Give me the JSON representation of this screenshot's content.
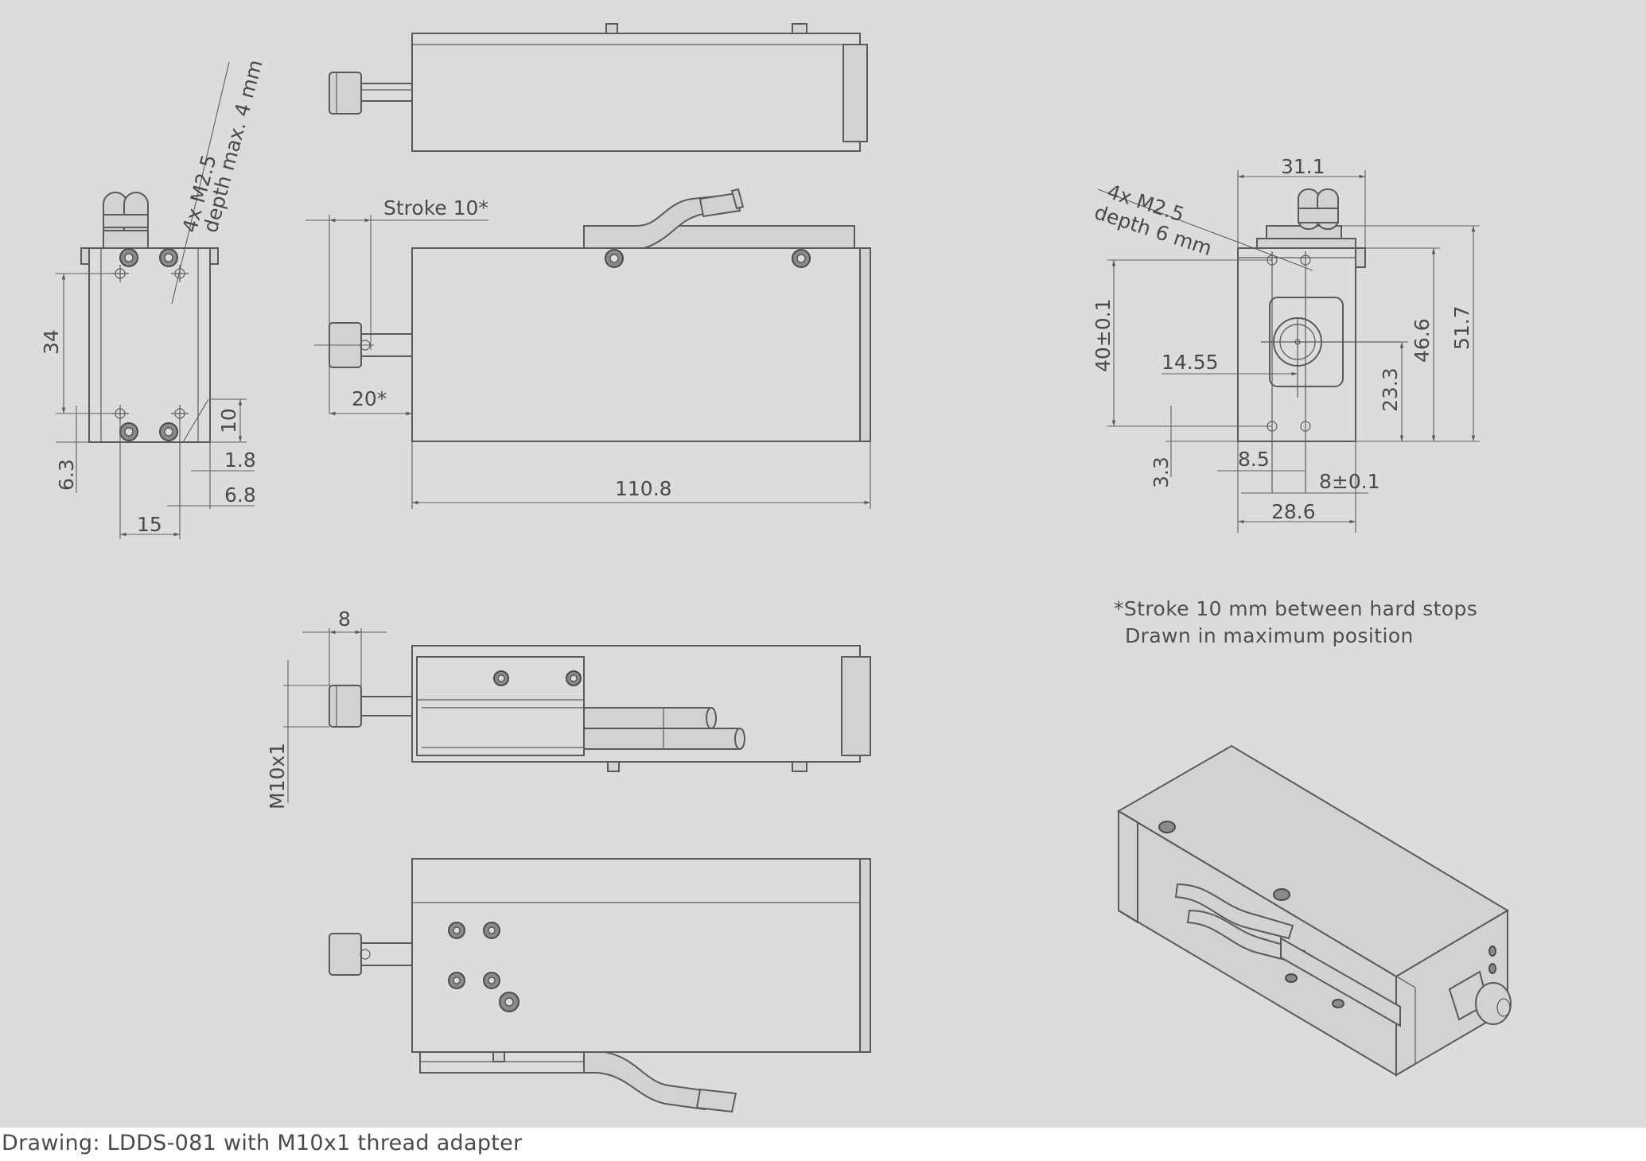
{
  "caption": "Drawing: LDDS-081 with M10x1 thread adapter",
  "notes": {
    "line1": "*Stroke 10 mm between hard stops",
    "line2": "Drawn in maximum position"
  },
  "left_view": {
    "hole_callout_1": "4x M2.5",
    "hole_callout_2": "depth max. 4 mm",
    "dim_34": "34",
    "dim_10": "10",
    "dim_1_8": "1.8",
    "dim_6_3": "6.3",
    "dim_6_8": "6.8",
    "dim_15": "15"
  },
  "side_view": {
    "stroke_label": "Stroke 10*",
    "dim_20": "20*",
    "dim_length": "110.8"
  },
  "bottom_view": {
    "dim_8": "8",
    "thread_label": "M10x1"
  },
  "end_view": {
    "dim_31_1": "31.1",
    "hole_callout_1": "4x M2.5",
    "hole_callout_2": "depth 6 mm",
    "dim_40": "40±0.1",
    "dim_14_55": "14.55",
    "dim_23_3": "23.3",
    "dim_46_6": "46.6",
    "dim_51_7": "51.7",
    "dim_3_3": "3.3",
    "dim_8_5": "8.5",
    "dim_8_tol": "8±0.1",
    "dim_28_6": "28.6"
  },
  "colors": {
    "panel_background": "#dcdcde",
    "line": "#5a5a5a",
    "text": "#4a4a4a"
  }
}
